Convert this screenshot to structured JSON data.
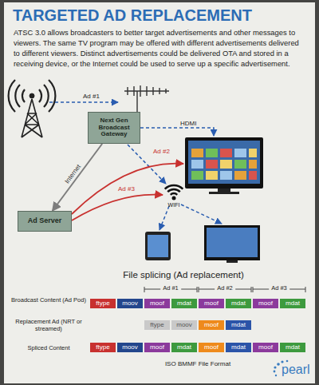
{
  "diagram": {
    "title": "TARGETED AD REPLACEMENT",
    "nodes": [
      {
        "text": [
          "Next Gen Broadcast Gateway"
        ]
      },
      {
        "text": [
          "Ad Server"
        ]
      },
      {
        "text": [
          "ftype"
        ]
      },
      {
        "text": [
          "moov"
        ]
      },
      {
        "text": [
          "moof"
        ]
      },
      {
        "text": [
          "mdat"
        ]
      },
      {
        "text": [
          "moof"
        ]
      },
      {
        "text": [
          "mdat"
        ]
      },
      {
        "text": [
          "moof"
        ]
      },
      {
        "text": [
          "mdat"
        ]
      },
      {
        "text": [
          "ftype"
        ]
      },
      {
        "text": [
          "moov"
        ]
      },
      {
        "text": [
          "moof"
        ]
      },
      {
        "text": [
          "mdat"
        ]
      },
      {
        "text": [
          "ftype"
        ]
      },
      {
        "text": [
          "moov"
        ]
      },
      {
        "text": [
          "moof"
        ]
      },
      {
        "text": [
          "mdat"
        ]
      },
      {
        "text": [
          "moof"
        ]
      },
      {
        "text": [
          "mdat"
        ]
      },
      {
        "text": [
          "moof"
        ]
      },
      {
        "text": [
          "mdat"
        ]
      }
    ],
    "edges": [
      {
        "from": 0,
        "to": 1,
        "label": "Internet",
        "arrow": "to"
      }
    ],
    "labels": [
      "ATSC 3.0 allows broadcasters to better target advertisements and other messages to viewers. The same TV program may be offered with different advertisements delivered to different viewers. Distinct advertisements could be delivered OTA and stored in a receiving device, or the Internet could be used to serve up a specific advertisement.",
      "Ad #1",
      "HDMI",
      "Ad #2",
      "Ad #3",
      "WIFI",
      "File splicing (Ad replacement)",
      "Ad #1",
      "Ad #2",
      "Ad #3",
      "Broadcast Content (Ad Pod)",
      "Replacement Ad (NRT or streamed)",
      "Spliced Content",
      "ISO BMMF File Format",
      "pearl"
    ]
  }
}
